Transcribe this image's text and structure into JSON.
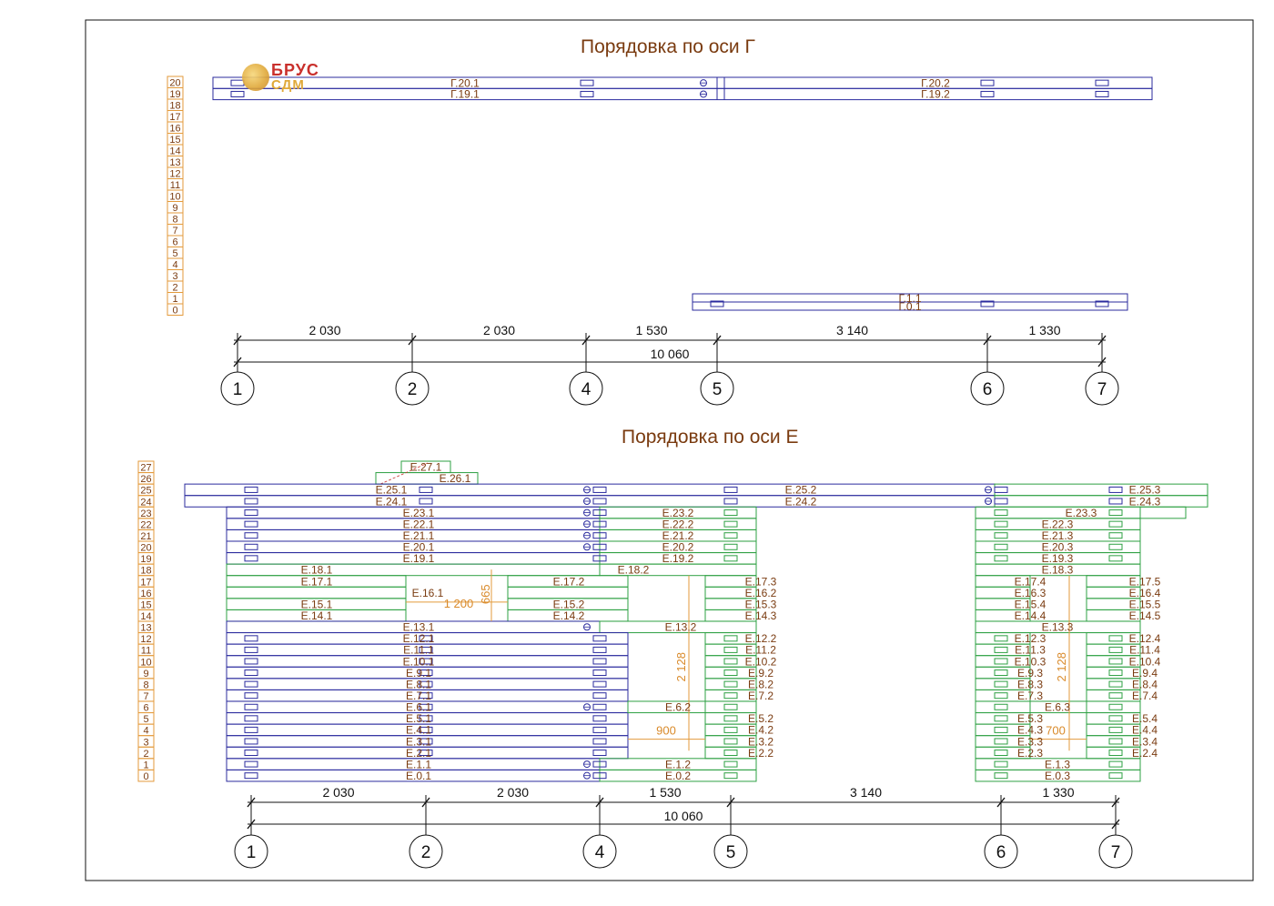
{
  "colors": {
    "blue": "#2b2b9e",
    "green": "#2ea043",
    "red": "#c9302c",
    "orange": "#e39a3b",
    "brown": "#7a3b10",
    "dark": "#111111"
  },
  "titles": {
    "g": "Порядовка по оси Г",
    "e": "Порядовка по оси Е"
  },
  "logo": {
    "line1": "БРУС",
    "line2": "СДМ"
  },
  "icons": {
    "logo": "log-cross-section-icon",
    "axis_marker": "axis-circle-icon"
  },
  "rows_g": [
    "20",
    "19",
    "18",
    "17",
    "16",
    "15",
    "14",
    "13",
    "12",
    "11",
    "10",
    "9",
    "8",
    "7",
    "6",
    "5",
    "4",
    "3",
    "2",
    "1",
    "0"
  ],
  "rows_e": [
    "27",
    "26",
    "25",
    "24",
    "23",
    "22",
    "21",
    "20",
    "19",
    "18",
    "17",
    "16",
    "15",
    "14",
    "13",
    "12",
    "11",
    "10",
    "9",
    "8",
    "7",
    "6",
    "5",
    "4",
    "3",
    "2",
    "1",
    "0"
  ],
  "logs_g": [
    {
      "label": "Г.20.1"
    },
    {
      "label": "Г.19.1"
    },
    {
      "label": "Г.20.2"
    },
    {
      "label": "Г.19.2"
    },
    {
      "label": "Г.1.1"
    },
    {
      "label": "Г.0.1"
    }
  ],
  "dims_g": {
    "segments": [
      "2 030",
      "2 030",
      "1 530",
      "3 140",
      "1 330"
    ],
    "total": "10 060",
    "axes": [
      "1",
      "2",
      "4",
      "5",
      "6",
      "7"
    ]
  },
  "dims_e": {
    "segments": [
      "2 030",
      "2 030",
      "1 530",
      "3 140",
      "1 330"
    ],
    "total": "10 060",
    "axes": [
      "1",
      "2",
      "4",
      "5",
      "6",
      "7"
    ]
  },
  "opening_dims": {
    "window_width": "1 200",
    "window_height": "665",
    "door1_height": "2 128",
    "door1_width": "900",
    "door2_height": "2 128",
    "door2_width": "700"
  },
  "labels_e": {
    "left": [
      "Е.27.1",
      "Е.26.1",
      "Е.25.1",
      "Е.24.1",
      "Е.23.1",
      "Е.22.1",
      "Е.21.1",
      "Е.20.1",
      "Е.19.1",
      "Е.18.1",
      "Е.17.1",
      "Е.16.1",
      "Е.15.1",
      "Е.14.1",
      "Е.13.1",
      "Е.12.1",
      "Е.11.1",
      "Е.10.1",
      "Е.9.1",
      "Е.8.1",
      "Е.7.1",
      "Е.6.1",
      "Е.5.1",
      "Е.4.1",
      "Е.3.1",
      "Е.2.1",
      "Е.1.1",
      "Е.0.1"
    ],
    "middle": [
      "Е.25.2",
      "Е.24.2",
      "Е.23.2",
      "Е.22.2",
      "Е.21.2",
      "Е.20.2",
      "Е.19.2",
      "Е.18.2",
      "Е.17.2",
      "Е.15.2",
      "Е.14.2",
      "Е.13.2",
      "Е.6.2",
      "Е.1.2",
      "Е.0.2"
    ],
    "middle_right": [
      "Е.17.3",
      "Е.16.2",
      "Е.15.3",
      "Е.14.3",
      "Е.12.2",
      "Е.11.2",
      "Е.10.2",
      "Е.9.2",
      "Е.8.2",
      "Е.7.2",
      "Е.5.2",
      "Е.4.2",
      "Е.3.2",
      "Е.2.2"
    ],
    "right_inner": [
      "Е.23.3",
      "Е.22.3",
      "Е.21.3",
      "Е.20.3",
      "Е.19.3",
      "Е.18.3",
      "Е.17.4",
      "Е.16.3",
      "Е.15.4",
      "Е.14.4",
      "Е.13.3",
      "Е.12.3",
      "Е.11.3",
      "Е.10.3",
      "Е.9.3",
      "Е.8.3",
      "Е.7.3",
      "Е.6.3",
      "Е.5.3",
      "Е.4.3",
      "Е.3.3",
      "Е.2.3",
      "Е.1.3",
      "Е.0.3"
    ],
    "right_outer": [
      "Е.25.3",
      "Е.24.3",
      "Е.17.5",
      "Е.16.4",
      "Е.15.5",
      "Е.14.5",
      "Е.12.4",
      "Е.11.4",
      "Е.10.4",
      "Е.9.4",
      "Е.8.4",
      "Е.7.4",
      "Е.5.4",
      "Е.4.4",
      "Е.3.4",
      "Е.2.4"
    ]
  }
}
